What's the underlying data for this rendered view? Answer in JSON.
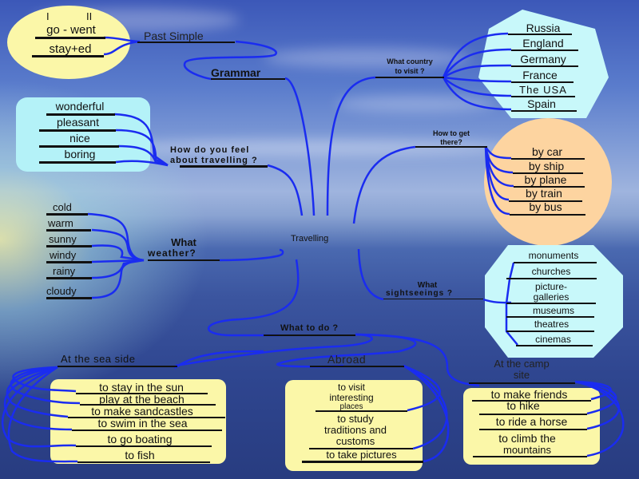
{
  "center": {
    "label": "Travelling"
  },
  "grammar": {
    "label": "Grammar",
    "sub": {
      "label": "Past Simple"
    },
    "oval": {
      "header_left": "I",
      "header_right": "II",
      "items": [
        "go - went",
        "stay+ed"
      ]
    }
  },
  "feel": {
    "label_line1": "How do you feel",
    "label_line2": "about travelling ?",
    "items": [
      "wonderful",
      "pleasant",
      "nice",
      "boring"
    ]
  },
  "weather": {
    "label_line1": "What",
    "label_line2": "weather?",
    "items": [
      "cold",
      "warm",
      "sunny",
      "windy",
      "rainy",
      "cloudy"
    ]
  },
  "country": {
    "label_line1": "What country",
    "label_line2": "to visit ?",
    "items": [
      "Russia",
      "England",
      "Germany",
      "France",
      "The  USA",
      "Spain"
    ]
  },
  "transport": {
    "label_line1": "How to get",
    "label_line2": "there?",
    "items": [
      "by car",
      "by ship",
      "by plane",
      "by train",
      "by bus"
    ]
  },
  "sights": {
    "label_line1": "What",
    "label_line2": "sightseeings  ?",
    "items": [
      "monuments",
      "churches",
      "picture-",
      "galleries",
      "museums",
      "theatres",
      "cinemas"
    ]
  },
  "todo": {
    "label": "What to do ?",
    "seaside": {
      "label": "At the sea side",
      "items": [
        "to stay in the sun",
        "play at the beach",
        "to make  sandcastles",
        "to swim in the sea",
        "to go boating",
        "to fish"
      ]
    },
    "abroad": {
      "label": "Abroad",
      "items": [
        "to visit",
        "interesting",
        "places",
        "to study",
        "traditions and",
        "customs",
        "to take pictures"
      ]
    },
    "camp": {
      "label_line1": "At the camp",
      "label_line2": "site",
      "items": [
        "to make friends",
        "to hike",
        "to ride a horse",
        "to climb the",
        "mountains"
      ]
    }
  },
  "colors": {
    "link": "#1a2cf0",
    "yellow_box": "#fbf7a8",
    "cyan_box": "#b4f2f8",
    "peach_box": "#fdd4a0",
    "text": "#111111"
  }
}
